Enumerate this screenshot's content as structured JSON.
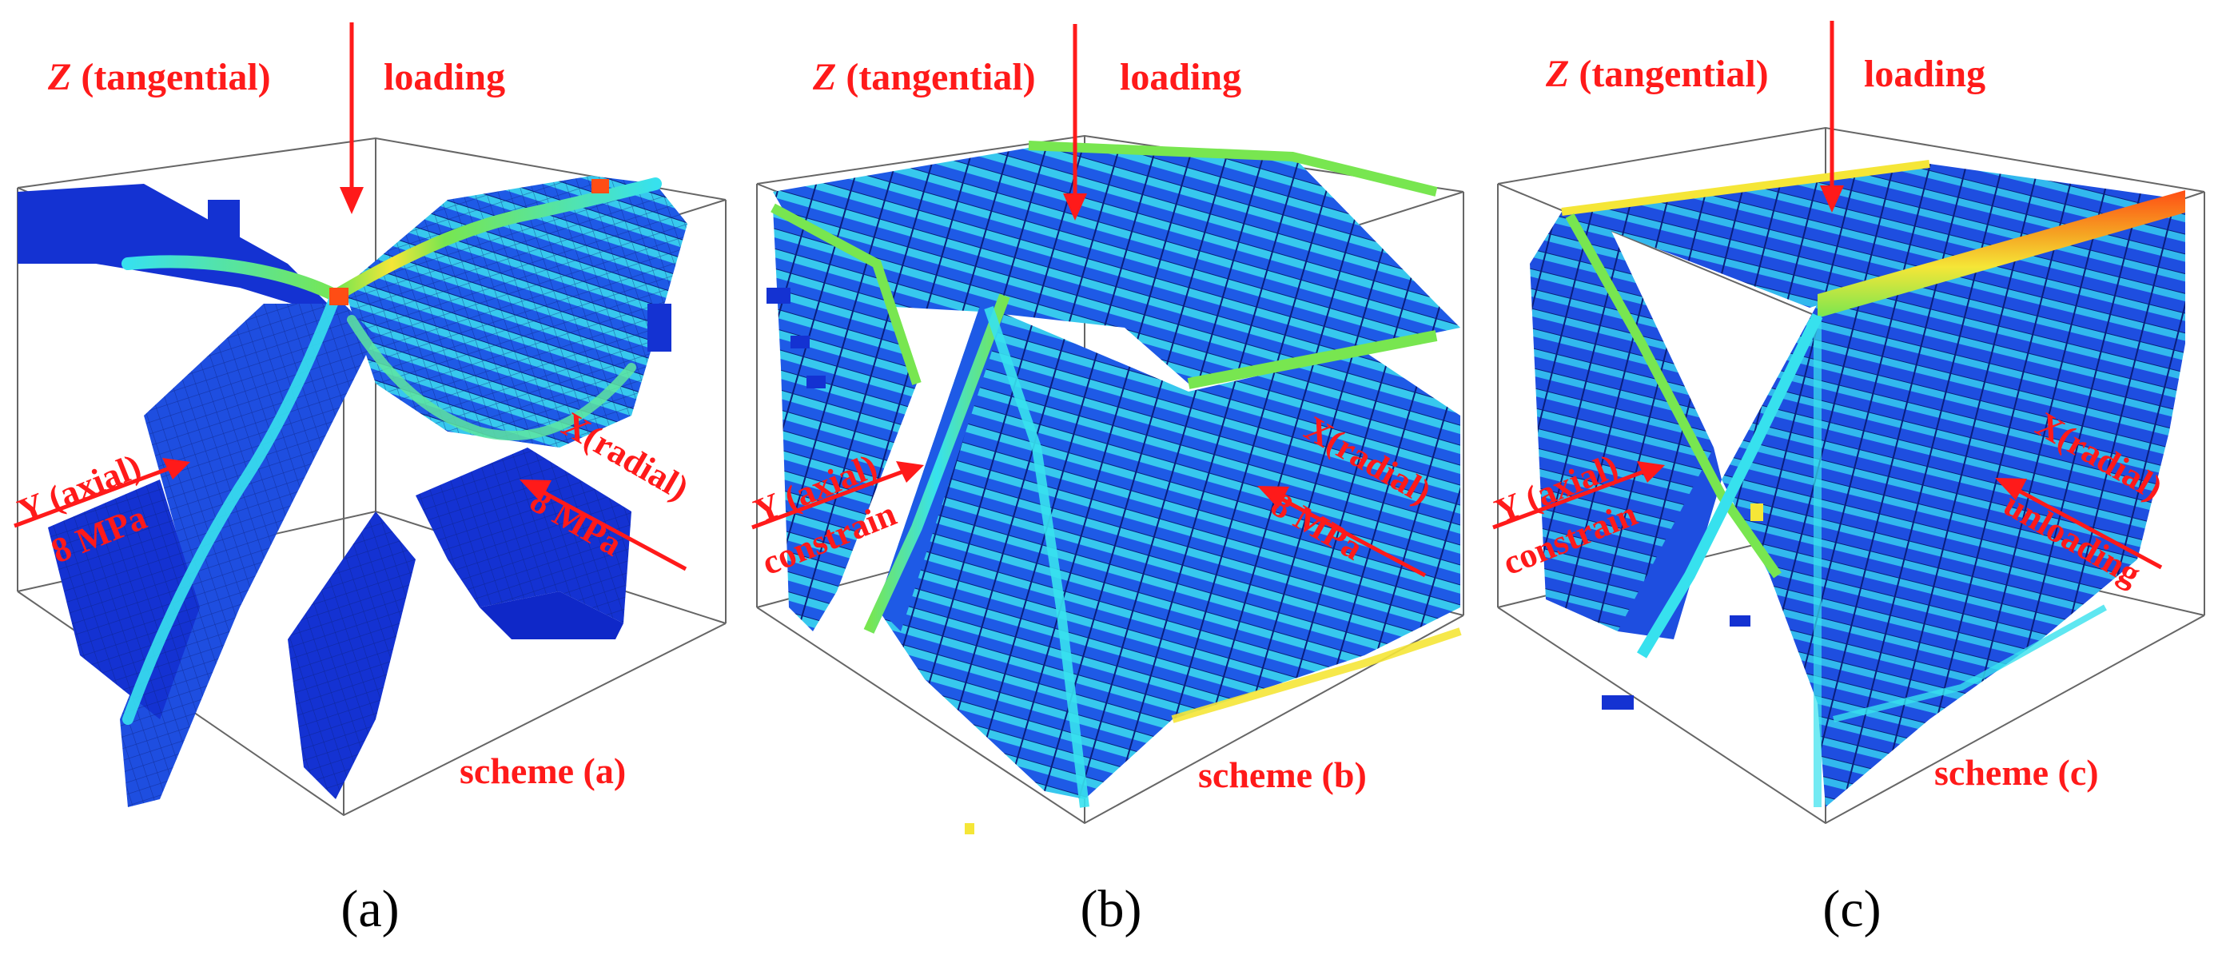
{
  "colors": {
    "label_red": "#ff1a1a",
    "stress_low": "#1432d2",
    "stress_mid": "#2f8ff0",
    "stress_cyan": "#37e1ee",
    "stress_green": "#78e650",
    "stress_yellow": "#f5e637",
    "stress_high": "#ff4d14",
    "bbox_stroke": "#666666"
  },
  "panels": [
    {
      "caption": "(a)",
      "scheme": "scheme (a)",
      "z_label_italic": "Z",
      "z_label_rest": " (tangential)",
      "z_load": "loading",
      "y_label": "Y (axial)",
      "y_sub": "8 MPa",
      "x_label": "X(radial)",
      "x_sub": "8 MPa"
    },
    {
      "caption": "(b)",
      "scheme": "scheme (b)",
      "z_label_italic": "Z",
      "z_label_rest": " (tangential)",
      "z_load": "loading",
      "y_label": "Y (axial)",
      "y_sub": "constrain",
      "x_label": "X(radial)",
      "x_sub": "8 MPa"
    },
    {
      "caption": "(c)",
      "scheme": "scheme (c)",
      "z_label_italic": "Z",
      "z_label_rest": " (tangential)",
      "z_load": "loading",
      "y_label": "Y (axial)",
      "y_sub": "constrain",
      "x_label": "X(radial)",
      "x_sub": "unloading"
    }
  ]
}
